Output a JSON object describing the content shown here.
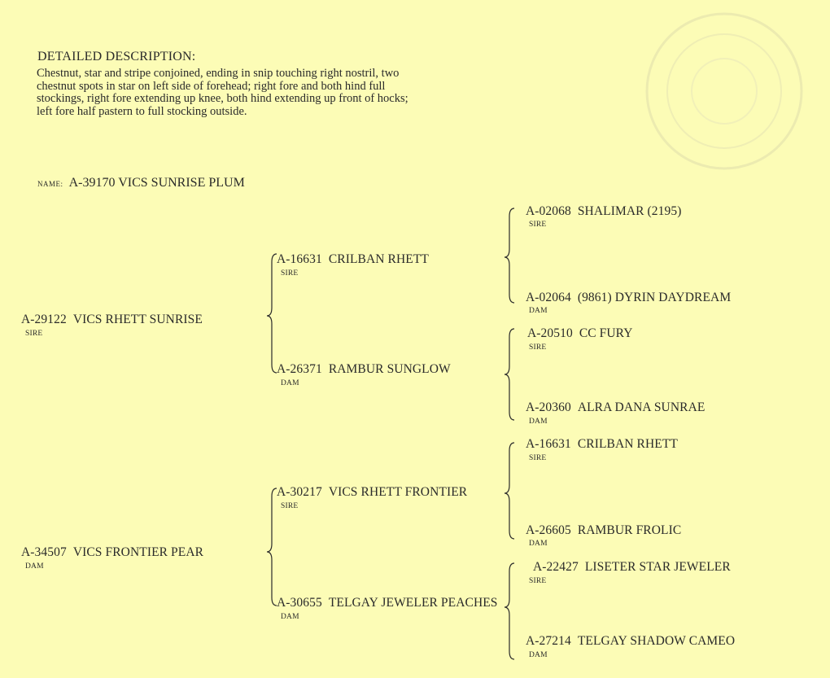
{
  "description": {
    "title": "DETAILED DESCRIPTION:",
    "text": "Chestnut, star and stripe conjoined, ending in snip touching right nostril, two chestnut spots in star on left side of forehead; right fore and both hind full stockings, right fore extending up knee, both hind extending up front of hocks; left fore half pastern to full stocking outside."
  },
  "subject": {
    "label": "NAME:",
    "value": "A-39170 VICS SUNRISE PLUM"
  },
  "pedigree": {
    "sire": {
      "num": "A-29122",
      "name": "VICS RHETT SUNRISE",
      "role": "SIRE"
    },
    "dam": {
      "num": "A-34507",
      "name": "VICS FRONTIER PEAR",
      "role": "DAM"
    },
    "sire_sire": {
      "num": "A-16631",
      "name": "CRILBAN RHETT",
      "role": "SIRE"
    },
    "sire_dam": {
      "num": "A-26371",
      "name": "RAMBUR SUNGLOW",
      "role": "DAM"
    },
    "dam_sire": {
      "num": "A-30217",
      "name": "VICS RHETT FRONTIER",
      "role": "SIRE"
    },
    "dam_dam": {
      "num": "A-30655",
      "name": "TELGAY JEWELER PEACHES",
      "role": "DAM"
    },
    "ss_sire": {
      "num": "A-02068",
      "name": "SHALIMAR (2195)",
      "role": "SIRE"
    },
    "ss_dam": {
      "num": "A-02064",
      "name": "(9861) DYRIN DAYDREAM",
      "role": "DAM"
    },
    "sd_sire": {
      "num": "A-20510",
      "name": "CC FURY",
      "role": "SIRE"
    },
    "sd_dam": {
      "num": "A-20360",
      "name": "ALRA DANA SUNRAE",
      "role": "DAM"
    },
    "ds_sire": {
      "num": "A-16631",
      "name": "CRILBAN RHETT",
      "role": "SIRE"
    },
    "ds_dam": {
      "num": "A-26605",
      "name": "RAMBUR FROLIC",
      "role": "DAM"
    },
    "dd_sire": {
      "num": "A-22427",
      "name": "LISETER STAR JEWELER",
      "role": "SIRE"
    },
    "dd_dam": {
      "num": "A-27214",
      "name": "TELGAY SHADOW CAMEO",
      "role": "DAM"
    }
  },
  "colors": {
    "paper": "#fcfcb6",
    "ink": "#2a2a2a"
  }
}
